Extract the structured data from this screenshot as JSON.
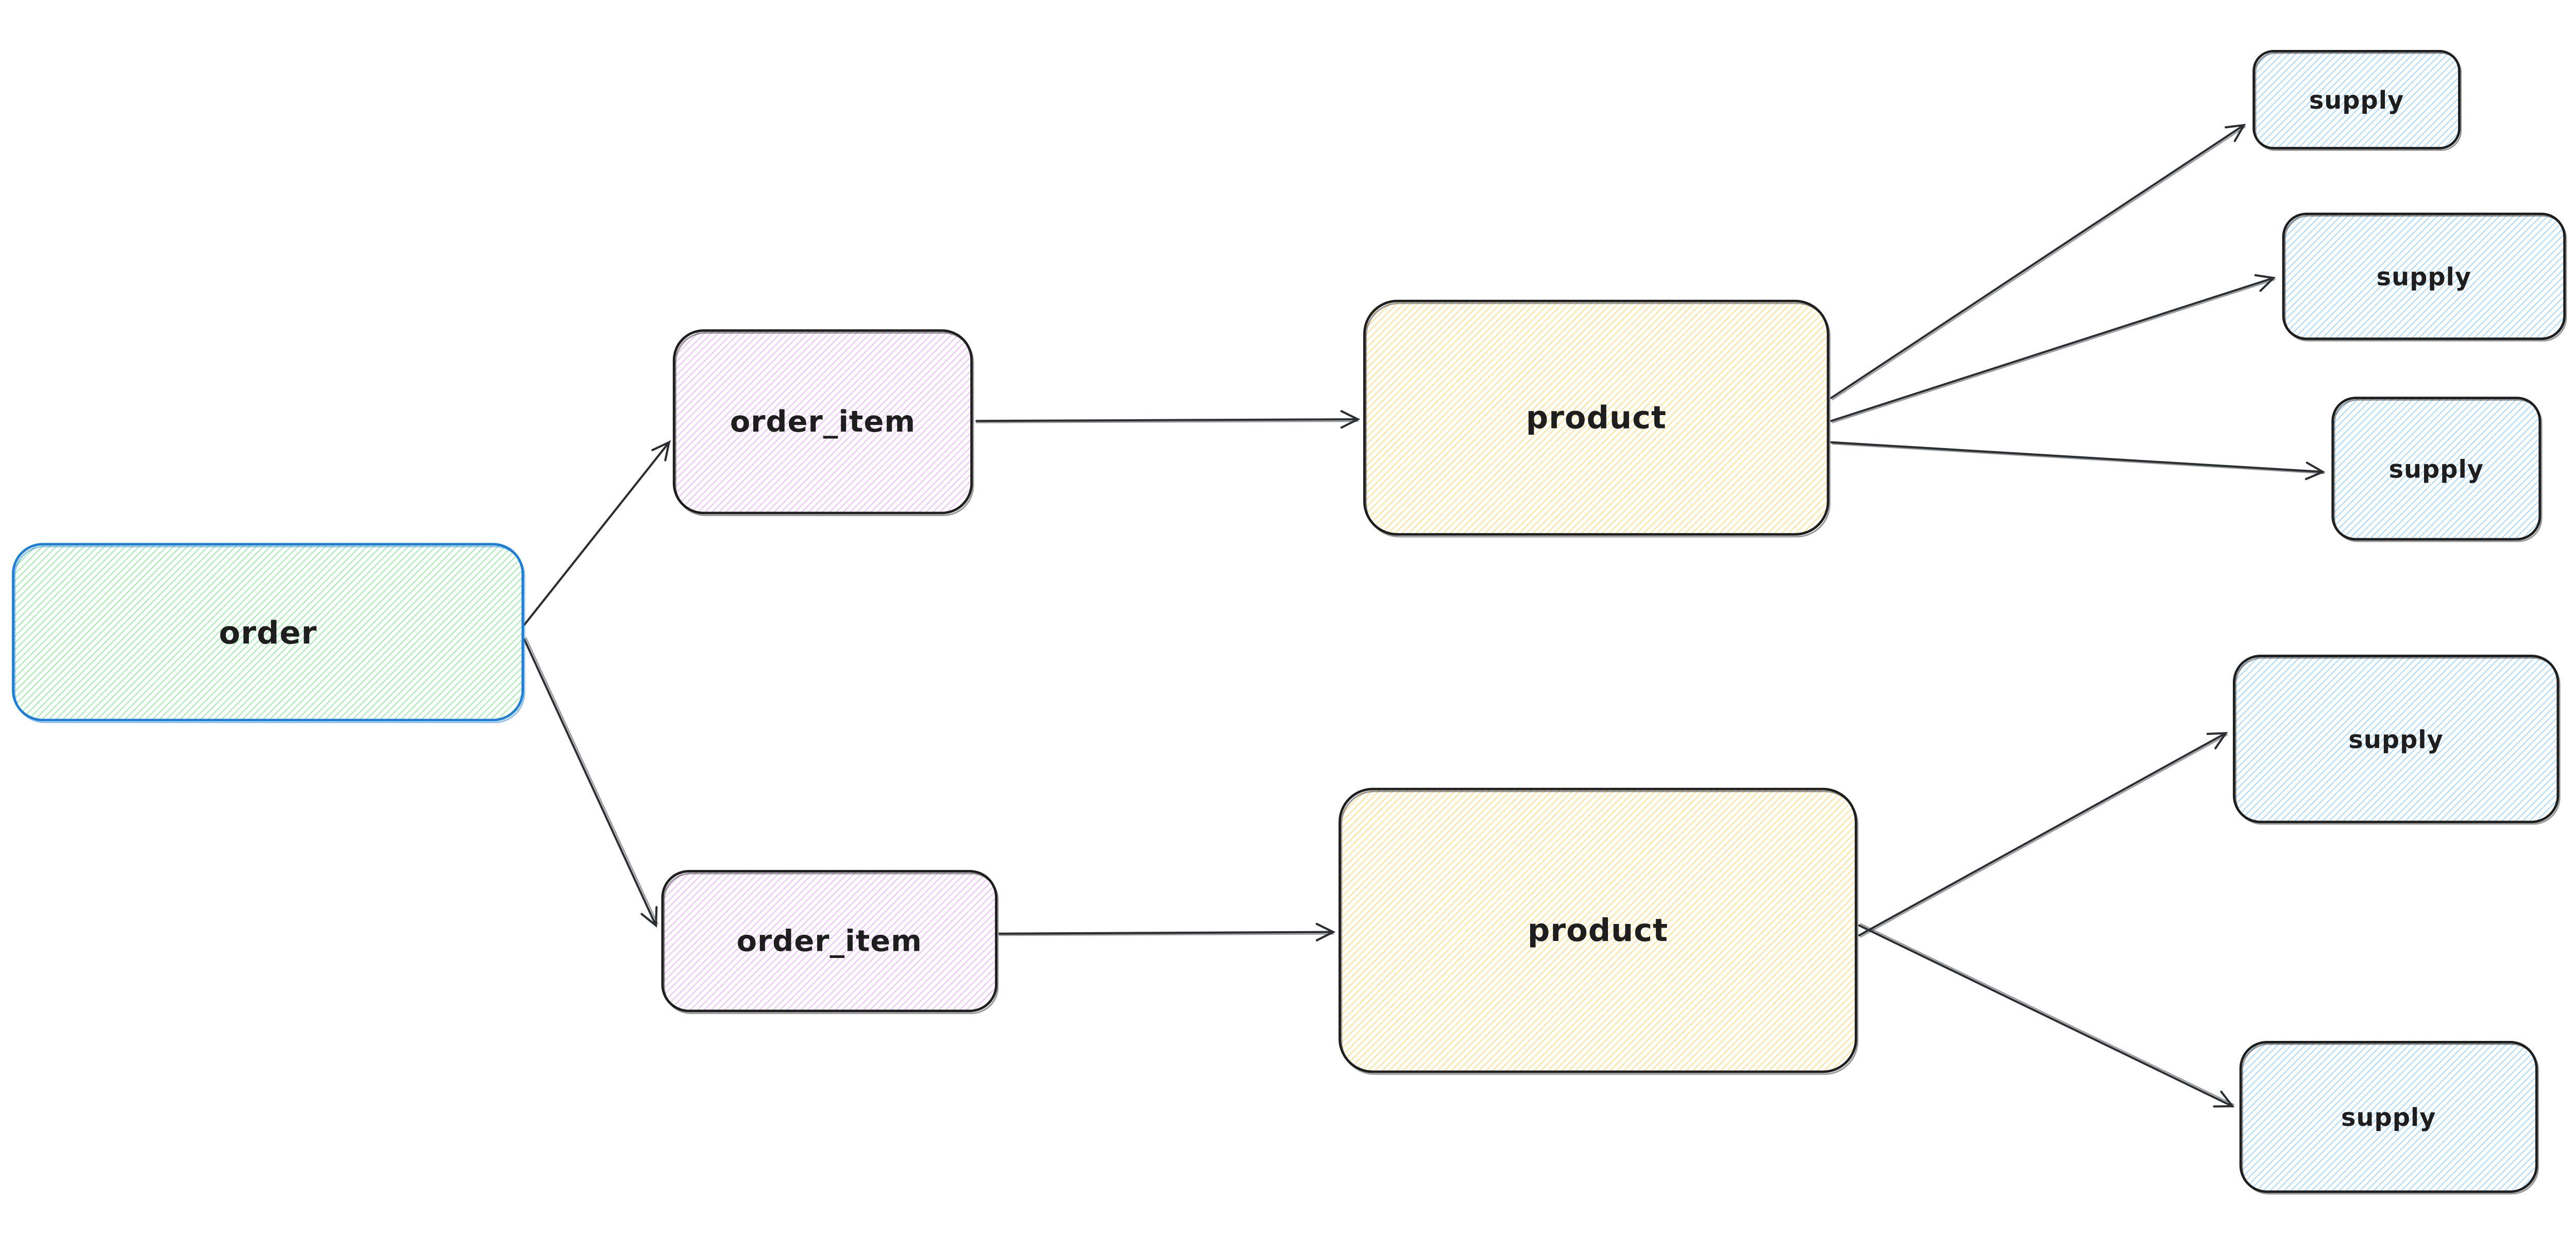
{
  "diagram": {
    "type": "entity-flow-diagram",
    "canvas_background": "#ffffff",
    "arrow_color": "#2b2f33",
    "text_color": "#1e1e1e",
    "style": "hand-drawn hachure (Excalidraw-like)",
    "nodes": [
      {
        "id": "order",
        "label": "order",
        "fill_color": "#9ceca9",
        "stroke_color": "#1c7ed6"
      },
      {
        "id": "order_item_1",
        "label": "order_item",
        "fill_color": "#eebefa",
        "stroke_color": "#1e1e1e"
      },
      {
        "id": "order_item_2",
        "label": "order_item",
        "fill_color": "#eebefa",
        "stroke_color": "#1e1e1e"
      },
      {
        "id": "product_1",
        "label": "product",
        "fill_color": "#ffe08a",
        "stroke_color": "#1e1e1e"
      },
      {
        "id": "product_2",
        "label": "product",
        "fill_color": "#ffe08a",
        "stroke_color": "#1e1e1e"
      },
      {
        "id": "supply_1",
        "label": "supply",
        "fill_color": "#a5d8ff",
        "stroke_color": "#1e1e1e"
      },
      {
        "id": "supply_2",
        "label": "supply",
        "fill_color": "#a5d8ff",
        "stroke_color": "#1e1e1e"
      },
      {
        "id": "supply_3",
        "label": "supply",
        "fill_color": "#a5d8ff",
        "stroke_color": "#1e1e1e"
      },
      {
        "id": "supply_4",
        "label": "supply",
        "fill_color": "#a5d8ff",
        "stroke_color": "#1e1e1e"
      },
      {
        "id": "supply_5",
        "label": "supply",
        "fill_color": "#a5d8ff",
        "stroke_color": "#1e1e1e"
      }
    ],
    "edges": [
      {
        "from": "order",
        "to": "order_item_1"
      },
      {
        "from": "order",
        "to": "order_item_2"
      },
      {
        "from": "order_item_1",
        "to": "product_1"
      },
      {
        "from": "order_item_2",
        "to": "product_2"
      },
      {
        "from": "product_1",
        "to": "supply_1"
      },
      {
        "from": "product_1",
        "to": "supply_2"
      },
      {
        "from": "product_1",
        "to": "supply_3"
      },
      {
        "from": "product_2",
        "to": "supply_4"
      },
      {
        "from": "product_2",
        "to": "supply_5"
      }
    ]
  }
}
